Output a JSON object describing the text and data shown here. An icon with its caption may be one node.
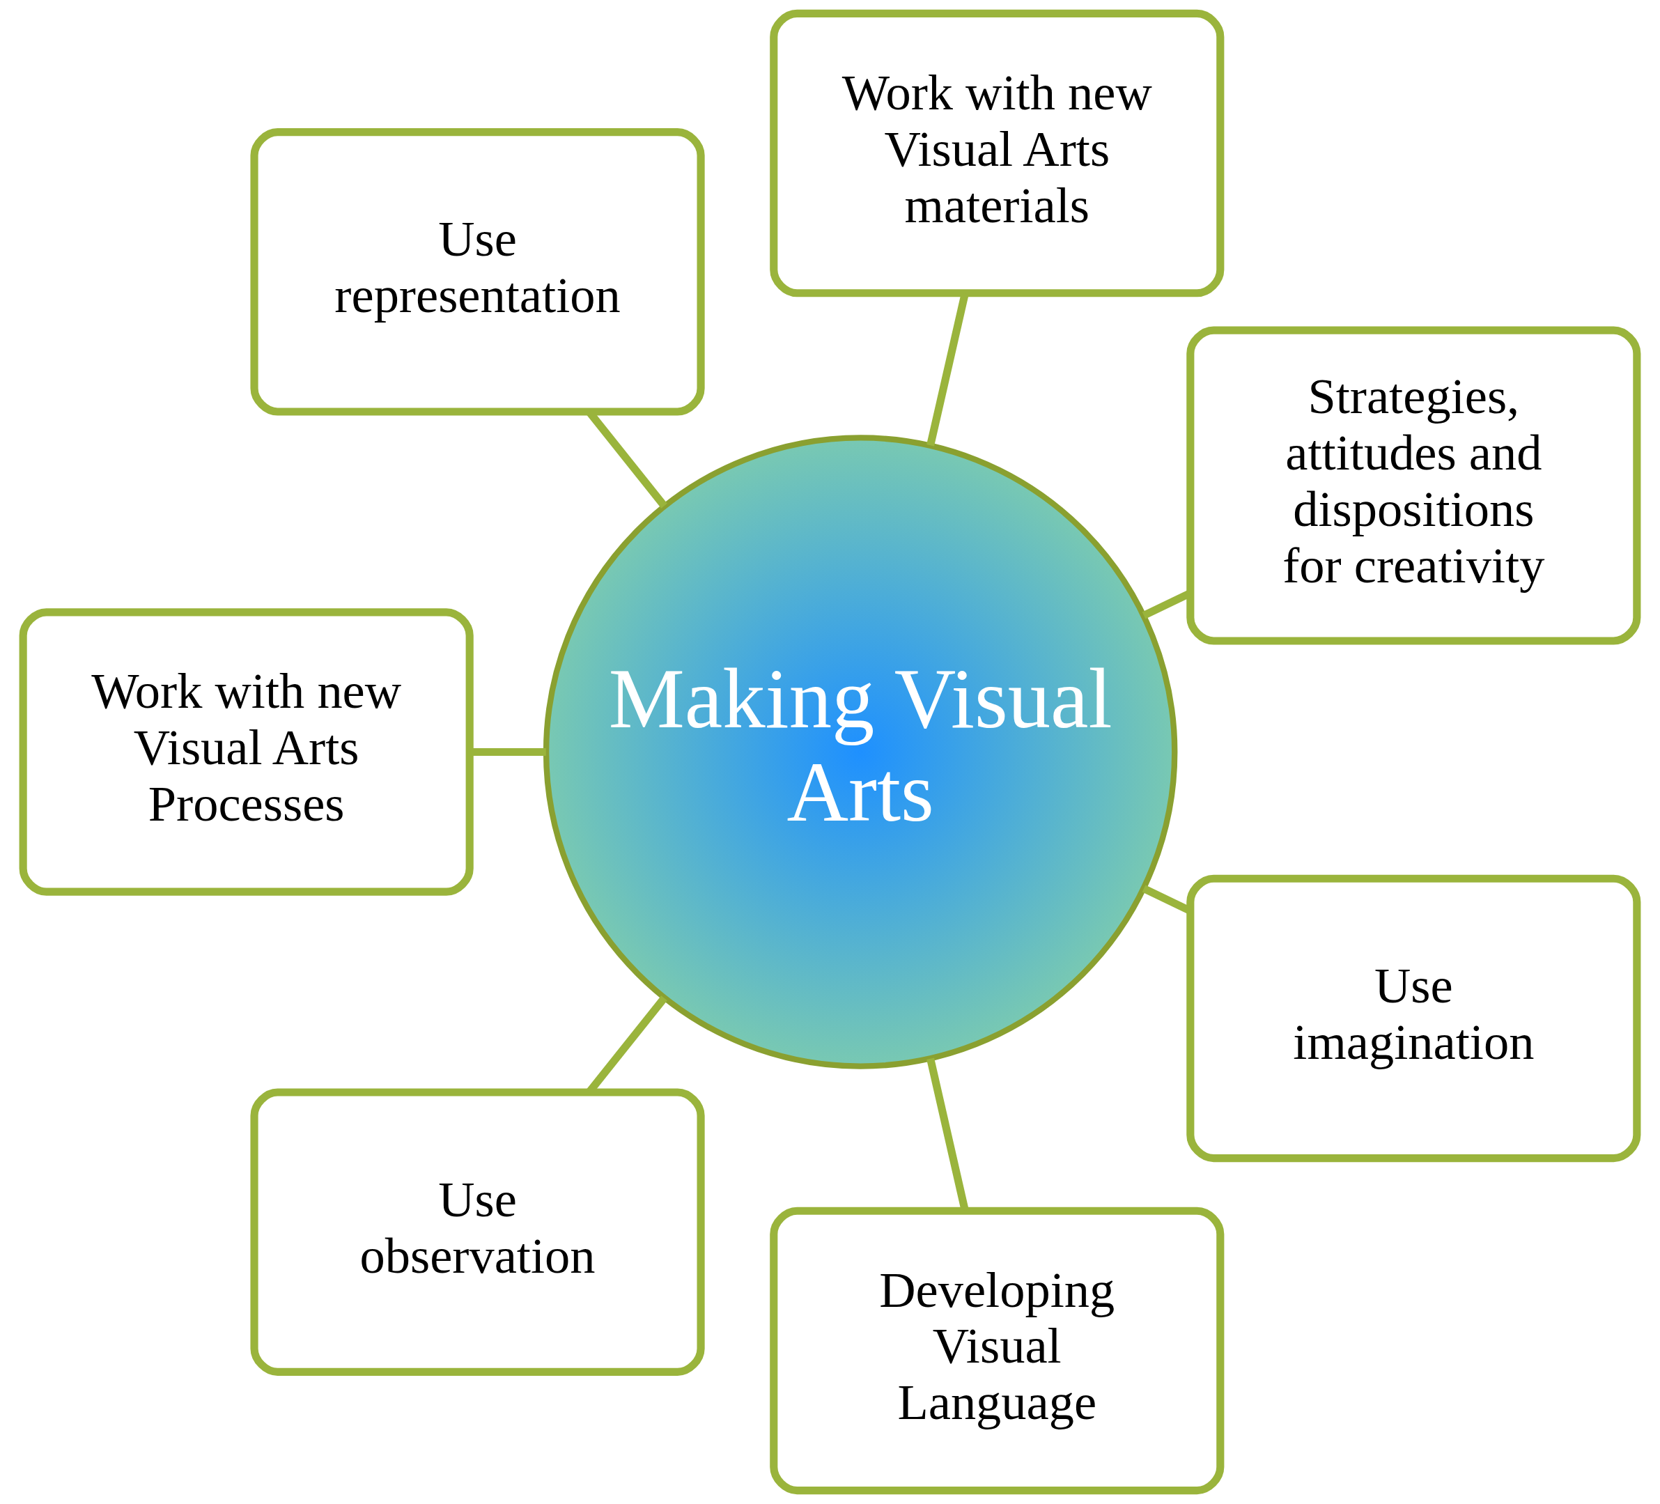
{
  "diagram": {
    "nodes": [
      {
        "text": [
          "Strategies, attitudes and dispositions for creativity"
        ]
      },
      {
        "text": [
          "Work with new Visual Arts materials"
        ]
      },
      {
        "text": [
          "Use representation"
        ]
      },
      {
        "text": [
          "Work with new Visual Arts Processes"
        ]
      },
      {
        "text": [
          "Use observation"
        ]
      },
      {
        "text": [
          "Developing Visual Language"
        ]
      },
      {
        "text": [
          "Use imagination"
        ]
      },
      {
        "text": [
          "Making Visual Arts"
        ]
      }
    ],
    "edges": [
      {
        "from": 0,
        "to": 7,
        "arrow": "none"
      },
      {
        "from": 1,
        "to": 7,
        "arrow": "none"
      },
      {
        "from": 2,
        "to": 7,
        "arrow": "none"
      },
      {
        "from": 3,
        "to": 7,
        "arrow": "none"
      },
      {
        "from": 4,
        "to": 7,
        "arrow": "none"
      },
      {
        "from": 5,
        "to": 7,
        "arrow": "none"
      },
      {
        "from": 6,
        "to": 7,
        "arrow": "none"
      }
    ]
  }
}
